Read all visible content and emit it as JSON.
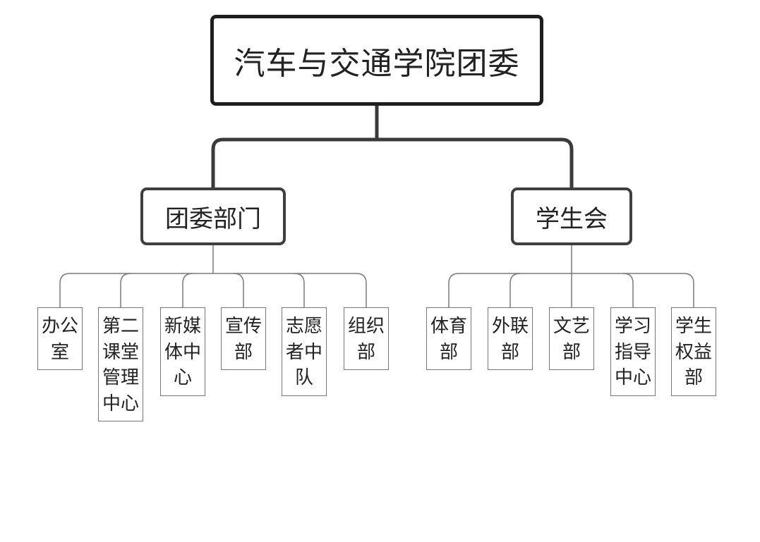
{
  "root": {
    "label": "汽车与交通学院团委"
  },
  "branches": [
    {
      "label": "团委部门",
      "children": [
        {
          "label": "办公室"
        },
        {
          "label": "第二课堂管理中心"
        },
        {
          "label": "新媒体中心"
        },
        {
          "label": "宣传部"
        },
        {
          "label": "志愿者中队"
        },
        {
          "label": "组织部"
        }
      ]
    },
    {
      "label": "学生会",
      "children": [
        {
          "label": "体育部"
        },
        {
          "label": "外联部"
        },
        {
          "label": "文艺部"
        },
        {
          "label": "学习指导中心"
        },
        {
          "label": "学生权益部"
        }
      ]
    }
  ],
  "colors": {
    "root_border": "#1e1e1e",
    "branch_border": "#3f3f3f",
    "leaf_border": "#777777",
    "text": "#222222"
  }
}
